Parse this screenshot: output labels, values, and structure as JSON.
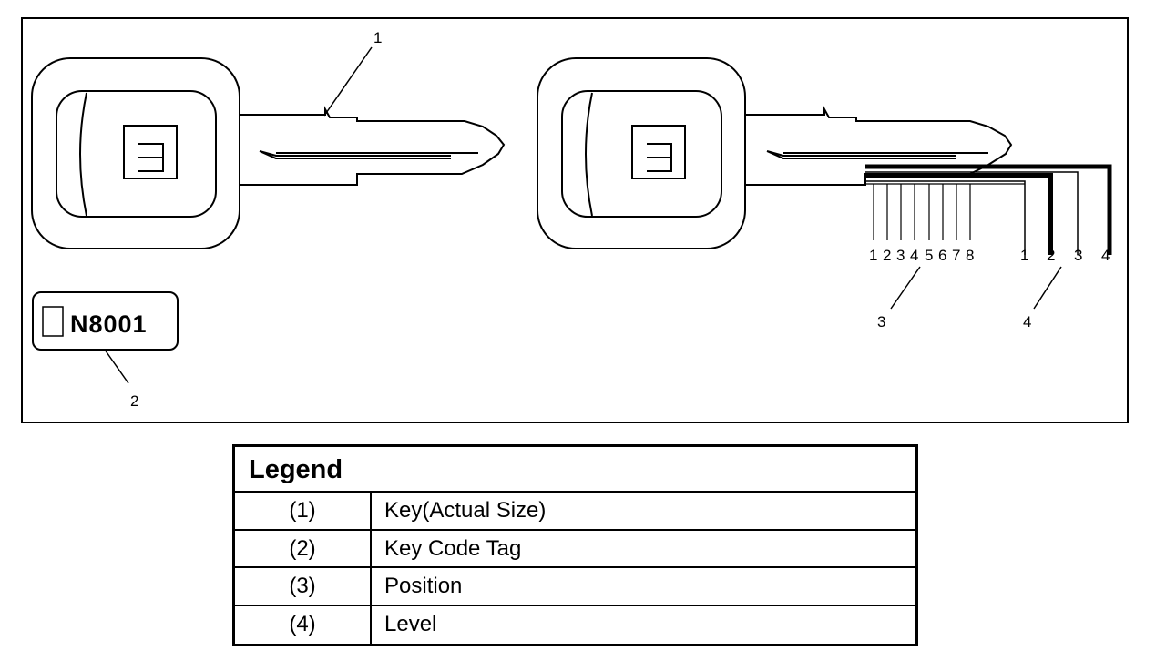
{
  "callouts": {
    "c1": "1",
    "c2": "2",
    "c3": "3",
    "c4": "4"
  },
  "key_code_tag": {
    "code": "N8001"
  },
  "positions": [
    "1",
    "2",
    "3",
    "4",
    "5",
    "6",
    "7",
    "8"
  ],
  "levels": [
    "1",
    "2",
    "3",
    "4"
  ],
  "legend": {
    "title": "Legend",
    "rows": [
      {
        "num": "(1)",
        "desc": "Key(Actual Size)"
      },
      {
        "num": "(2)",
        "desc": "Key Code Tag"
      },
      {
        "num": "(3)",
        "desc": "Position"
      },
      {
        "num": "(4)",
        "desc": "Level"
      }
    ]
  }
}
